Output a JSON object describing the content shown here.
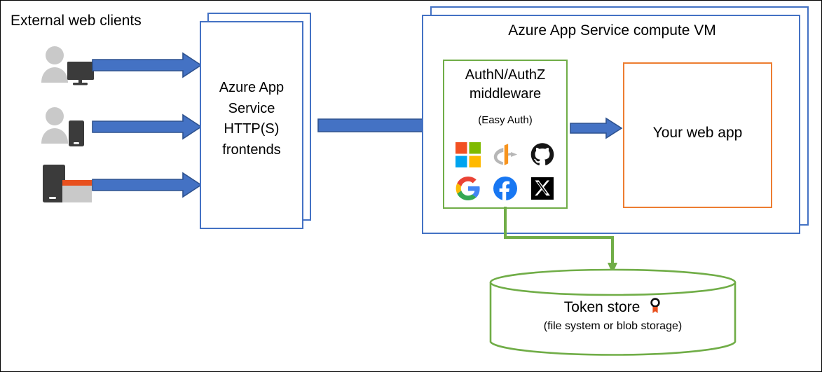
{
  "diagram": {
    "title": "Azure App Service Easy Auth architecture",
    "colors": {
      "azure_blue": "#4472C4",
      "arrow_fill": "#4472C4",
      "arrow_outline": "#2E528F",
      "green": "#70AD47",
      "orange": "#ED7D31",
      "black": "#000000",
      "client_grey": "#C9C9C9",
      "client_dark": "#3B3B3B"
    }
  },
  "clients": {
    "heading": "External web clients",
    "items": [
      {
        "name": "desktop-user",
        "label": "user with desktop monitor"
      },
      {
        "name": "mobile-user",
        "label": "user with mobile phone"
      },
      {
        "name": "tablet-device",
        "label": "tablet and browser window"
      }
    ]
  },
  "frontends": {
    "label": "Azure App Service\nHTTP(S)\nfrontends",
    "lines": [
      "Azure App",
      "Service",
      "HTTP(S)",
      "frontends"
    ]
  },
  "vm": {
    "title": "Azure App Service compute VM"
  },
  "middleware": {
    "title_line1": "AuthN/AuthZ",
    "title_line2": "middleware",
    "subtitle": "(Easy Auth)",
    "providers": [
      {
        "name": "microsoft-icon",
        "label": "Microsoft"
      },
      {
        "name": "openid-connect-icon",
        "label": "OpenID Connect"
      },
      {
        "name": "github-icon",
        "label": "GitHub"
      },
      {
        "name": "google-icon",
        "label": "Google"
      },
      {
        "name": "facebook-icon",
        "label": "Facebook"
      },
      {
        "name": "x-twitter-icon",
        "label": "X"
      }
    ]
  },
  "webapp": {
    "label": "Your web app"
  },
  "token_store": {
    "title": "Token store",
    "subtitle": "(file system or blob storage)",
    "badge_icon": "award-badge-icon"
  },
  "arrows": [
    {
      "name": "arrow-client-1-to-frontends"
    },
    {
      "name": "arrow-client-2-to-frontends"
    },
    {
      "name": "arrow-client-3-to-frontends"
    },
    {
      "name": "arrow-frontends-to-middleware"
    },
    {
      "name": "arrow-middleware-to-webapp"
    },
    {
      "name": "connector-middleware-to-token-store"
    }
  ]
}
